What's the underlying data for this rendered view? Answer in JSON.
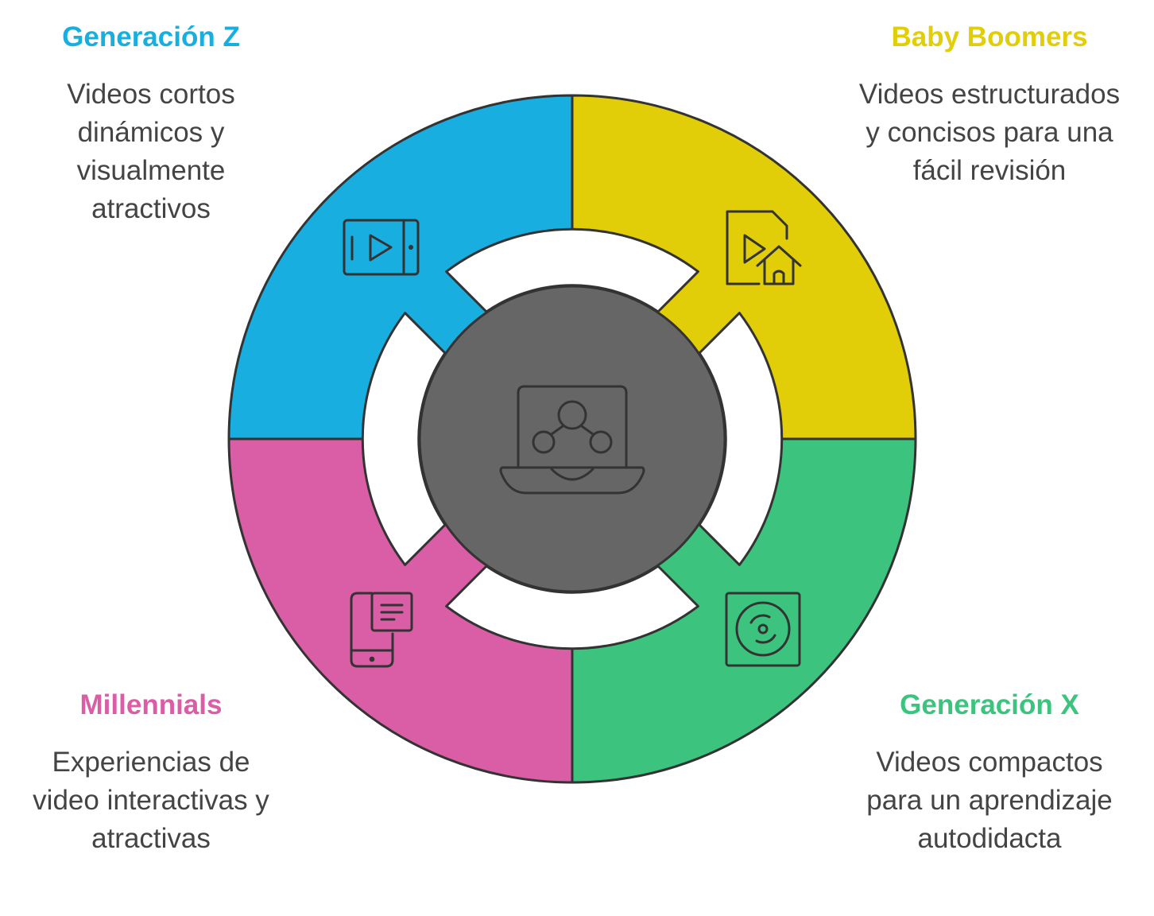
{
  "segments": {
    "gen_z": {
      "title": "Generación Z",
      "description": "Videos cortos dinámicos y visualmente atractivos",
      "color": "#18AEE0",
      "icon": "video-player-icon"
    },
    "baby_boomers": {
      "title": "Baby Boomers",
      "description": "Videos estructurados y concisos para una fácil revisión",
      "color": "#E1CD08",
      "icon": "video-file-home-icon"
    },
    "millennials": {
      "title": "Millennials",
      "description": "Experiencias de video interactivas y atractivas",
      "color": "#D95EA6",
      "icon": "mobile-document-icon"
    },
    "gen_x": {
      "title": "Generación X",
      "description": "Videos compactos para un aprendizaje autodidacta",
      "color": "#3CC47F",
      "icon": "disc-player-icon"
    }
  },
  "center": {
    "color": "#666666",
    "icon": "laptop-network-icon"
  },
  "colors": {
    "text": "#444444",
    "stroke": "#333333"
  }
}
